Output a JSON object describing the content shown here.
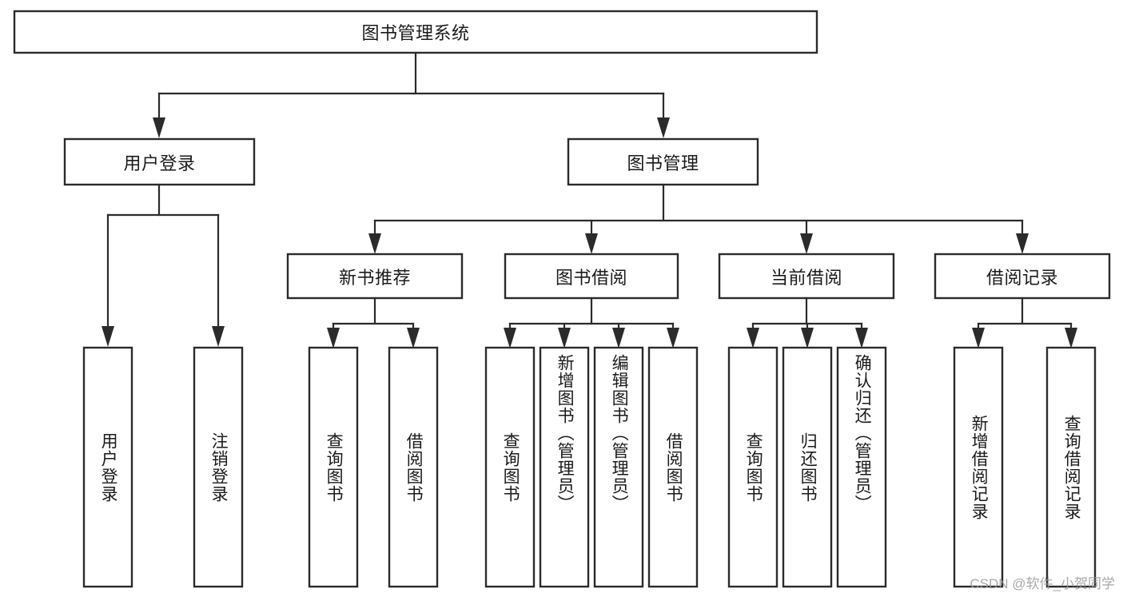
{
  "diagram": {
    "type": "tree",
    "title": "图书管理系统",
    "watermark": "CSDN @软件_小贺同学",
    "colors": {
      "box_stroke": "#2b2b2b",
      "box_fill": "#ffffff",
      "text": "#1a1a1a",
      "background": "#ffffff",
      "watermark": "#9a9a9a"
    },
    "levels": {
      "root": {
        "label": "图书管理系统"
      },
      "level1": [
        {
          "id": "user-login",
          "label": "用户登录"
        },
        {
          "id": "book-manage",
          "label": "图书管理"
        }
      ],
      "level2": [
        {
          "id": "new-book-recommend",
          "label": "新书推荐",
          "parent": "book-manage"
        },
        {
          "id": "book-borrow",
          "label": "图书借阅",
          "parent": "book-manage"
        },
        {
          "id": "current-borrow",
          "label": "当前借阅",
          "parent": "book-manage"
        },
        {
          "id": "borrow-record",
          "label": "借阅记录",
          "parent": "book-manage"
        }
      ],
      "leaves": [
        {
          "id": "leaf-user-login",
          "label": "用户登录",
          "parent": "user-login"
        },
        {
          "id": "leaf-logout-login",
          "label": "注销登录",
          "parent": "user-login"
        },
        {
          "id": "leaf-query-book-1",
          "label": "查询图书",
          "parent": "new-book-recommend"
        },
        {
          "id": "leaf-borrow-book-1",
          "label": "借阅图书",
          "parent": "new-book-recommend"
        },
        {
          "id": "leaf-query-book-2",
          "label": "查询图书",
          "parent": "book-borrow"
        },
        {
          "id": "leaf-add-book",
          "label": "新增图书（管理员）",
          "parent": "book-borrow"
        },
        {
          "id": "leaf-edit-book",
          "label": "编辑图书（管理员）",
          "parent": "book-borrow"
        },
        {
          "id": "leaf-borrow-book-2",
          "label": "借阅图书",
          "parent": "book-borrow"
        },
        {
          "id": "leaf-query-book-3",
          "label": "查询图书",
          "parent": "current-borrow"
        },
        {
          "id": "leaf-return-book",
          "label": "归还图书",
          "parent": "current-borrow"
        },
        {
          "id": "leaf-confirm-return",
          "label": "确认归还（管理员）",
          "parent": "current-borrow"
        },
        {
          "id": "leaf-add-record",
          "label": "新增借阅记录",
          "parent": "borrow-record"
        },
        {
          "id": "leaf-query-record",
          "label": "查询借阅记录",
          "parent": "borrow-record"
        }
      ]
    }
  }
}
